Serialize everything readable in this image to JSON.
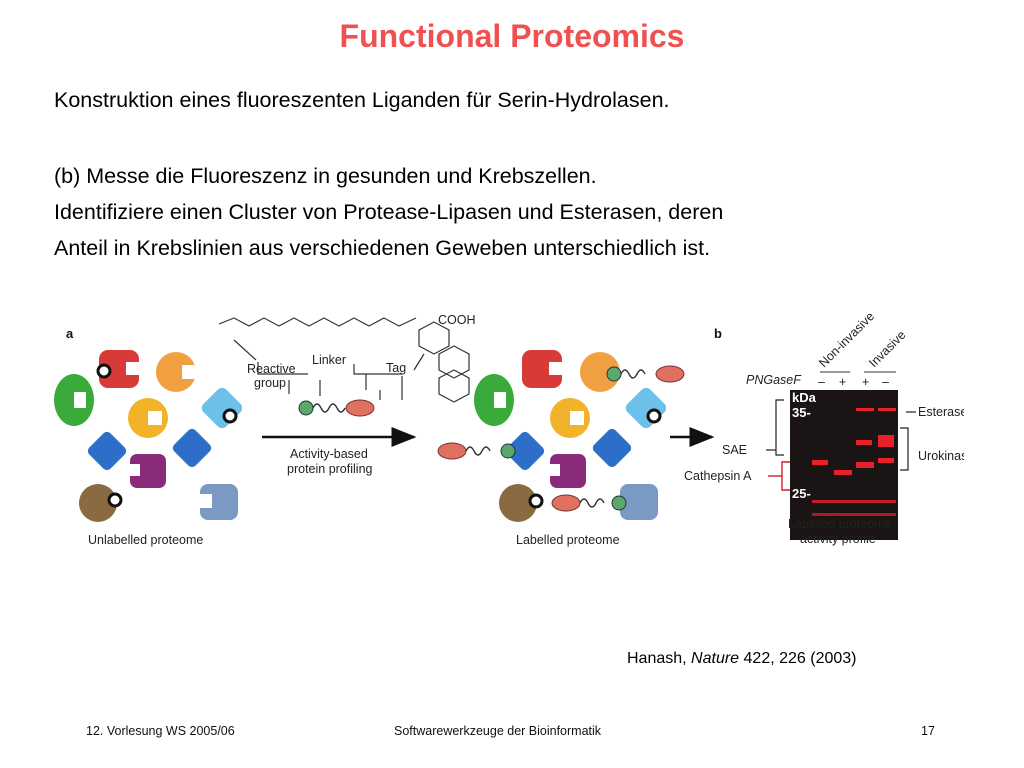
{
  "slide": {
    "title": "Functional Proteomics",
    "line1": "Konstruktion eines fluoreszenten Liganden für Serin-Hydrolasen.",
    "line2": "(b) Messe die Fluoreszenz in gesunden und Krebszellen.",
    "line3": "Identifiziere einen Cluster von Protease-Lipasen und Esterasen, deren",
    "line4": "Anteil in Krebslinien aus verschiedenen Geweben unterschiedlich ist."
  },
  "figure": {
    "panel_a": "a",
    "panel_b": "b",
    "reactive_group": [
      "Reactive",
      "group"
    ],
    "linker": "Linker",
    "tag": "Tag",
    "cooh": "COOH",
    "arrow_label": [
      "Activity-based",
      "protein profiling"
    ],
    "unlabelled": "Unlabelled proteome",
    "labelled": "Labelled proteome",
    "gel": {
      "pngasef": "PNGaseF",
      "col_non_invasive": "Non-invasive",
      "col_invasive": "Invasive",
      "lane_signs": [
        "–",
        "+",
        "+",
        "–"
      ],
      "kda": "kDa",
      "mw_35": "35-",
      "mw_25": "25-",
      "sae": "SAE",
      "cathepsin": "Cathepsin A",
      "esterase": "Esterase D",
      "urokinase": "Urokinase",
      "caption": [
        "Labelled proteome",
        "activity profile"
      ]
    }
  },
  "citation": {
    "author": "Hanash, ",
    "journal": "Nature",
    "rest": " 422, 226 (2003)"
  },
  "footer": {
    "left": "12. Vorlesung WS 2005/06",
    "center": "Softwarewerkzeuge der Bioinformatik",
    "page": "17"
  }
}
